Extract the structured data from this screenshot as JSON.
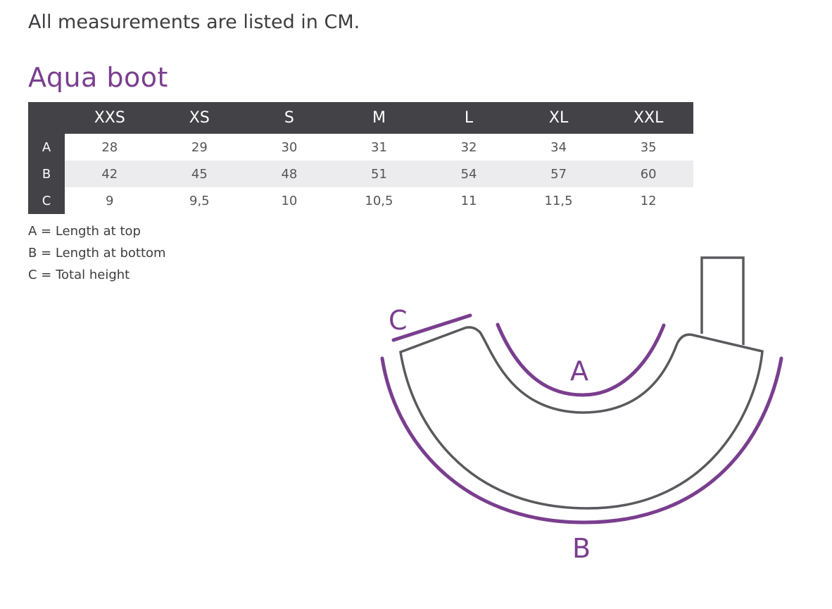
{
  "intro": "All measurements are listed in CM.",
  "title": "Aqua  boot",
  "table": {
    "sizes": [
      "XXS",
      "XS",
      "S",
      "M",
      "L",
      "XL",
      "XXL"
    ],
    "rows": [
      {
        "label": "A",
        "values": [
          "28",
          "29",
          "30",
          "31",
          "32",
          "34",
          "35"
        ]
      },
      {
        "label": "B",
        "values": [
          "42",
          "45",
          "48",
          "51",
          "54",
          "57",
          "60"
        ]
      },
      {
        "label": "C",
        "values": [
          "9",
          "9,5",
          "10",
          "10,5",
          "11",
          "11,5",
          "12"
        ]
      }
    ]
  },
  "legend": [
    "A = Length at top",
    "B = Length at bottom",
    "C = Total height"
  ],
  "diagram": {
    "label_a": "A",
    "label_b": "B",
    "label_c": "C"
  },
  "colors": {
    "accent": "#7a3e8e",
    "dark": "#434246",
    "outline": "#5a5a5e"
  }
}
